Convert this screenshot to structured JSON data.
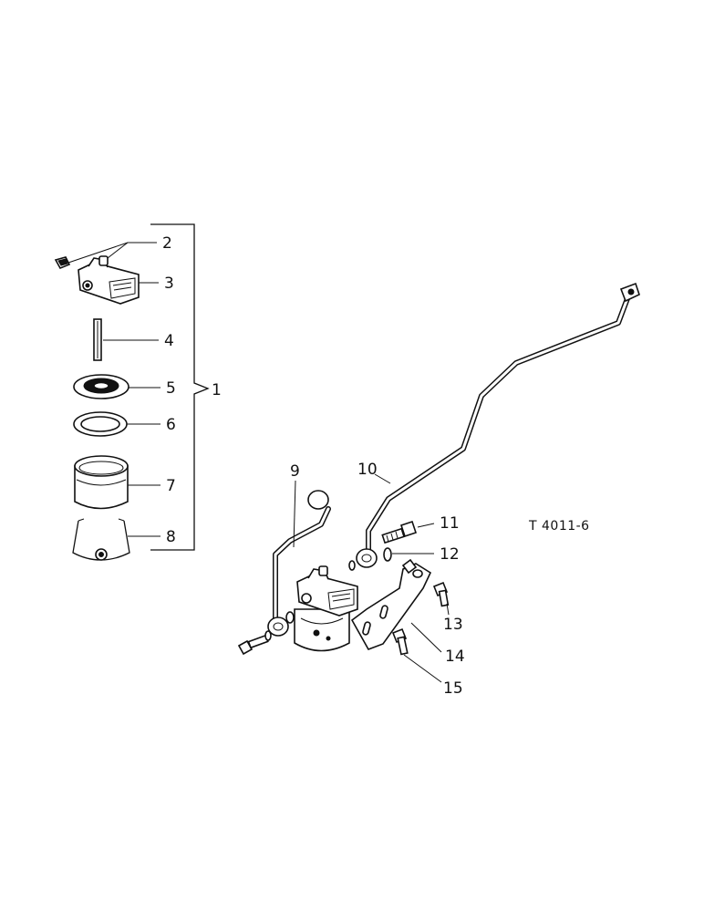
{
  "diagram": {
    "reference_code": "T 4011-6",
    "callouts": {
      "c1": "1",
      "c2": "2",
      "c3": "3",
      "c4": "4",
      "c5": "5",
      "c6": "6",
      "c7": "7",
      "c8": "8",
      "c9": "9",
      "c10": "10",
      "c11": "11",
      "c12": "12",
      "c13": "13",
      "c14": "14",
      "c15": "15"
    }
  }
}
